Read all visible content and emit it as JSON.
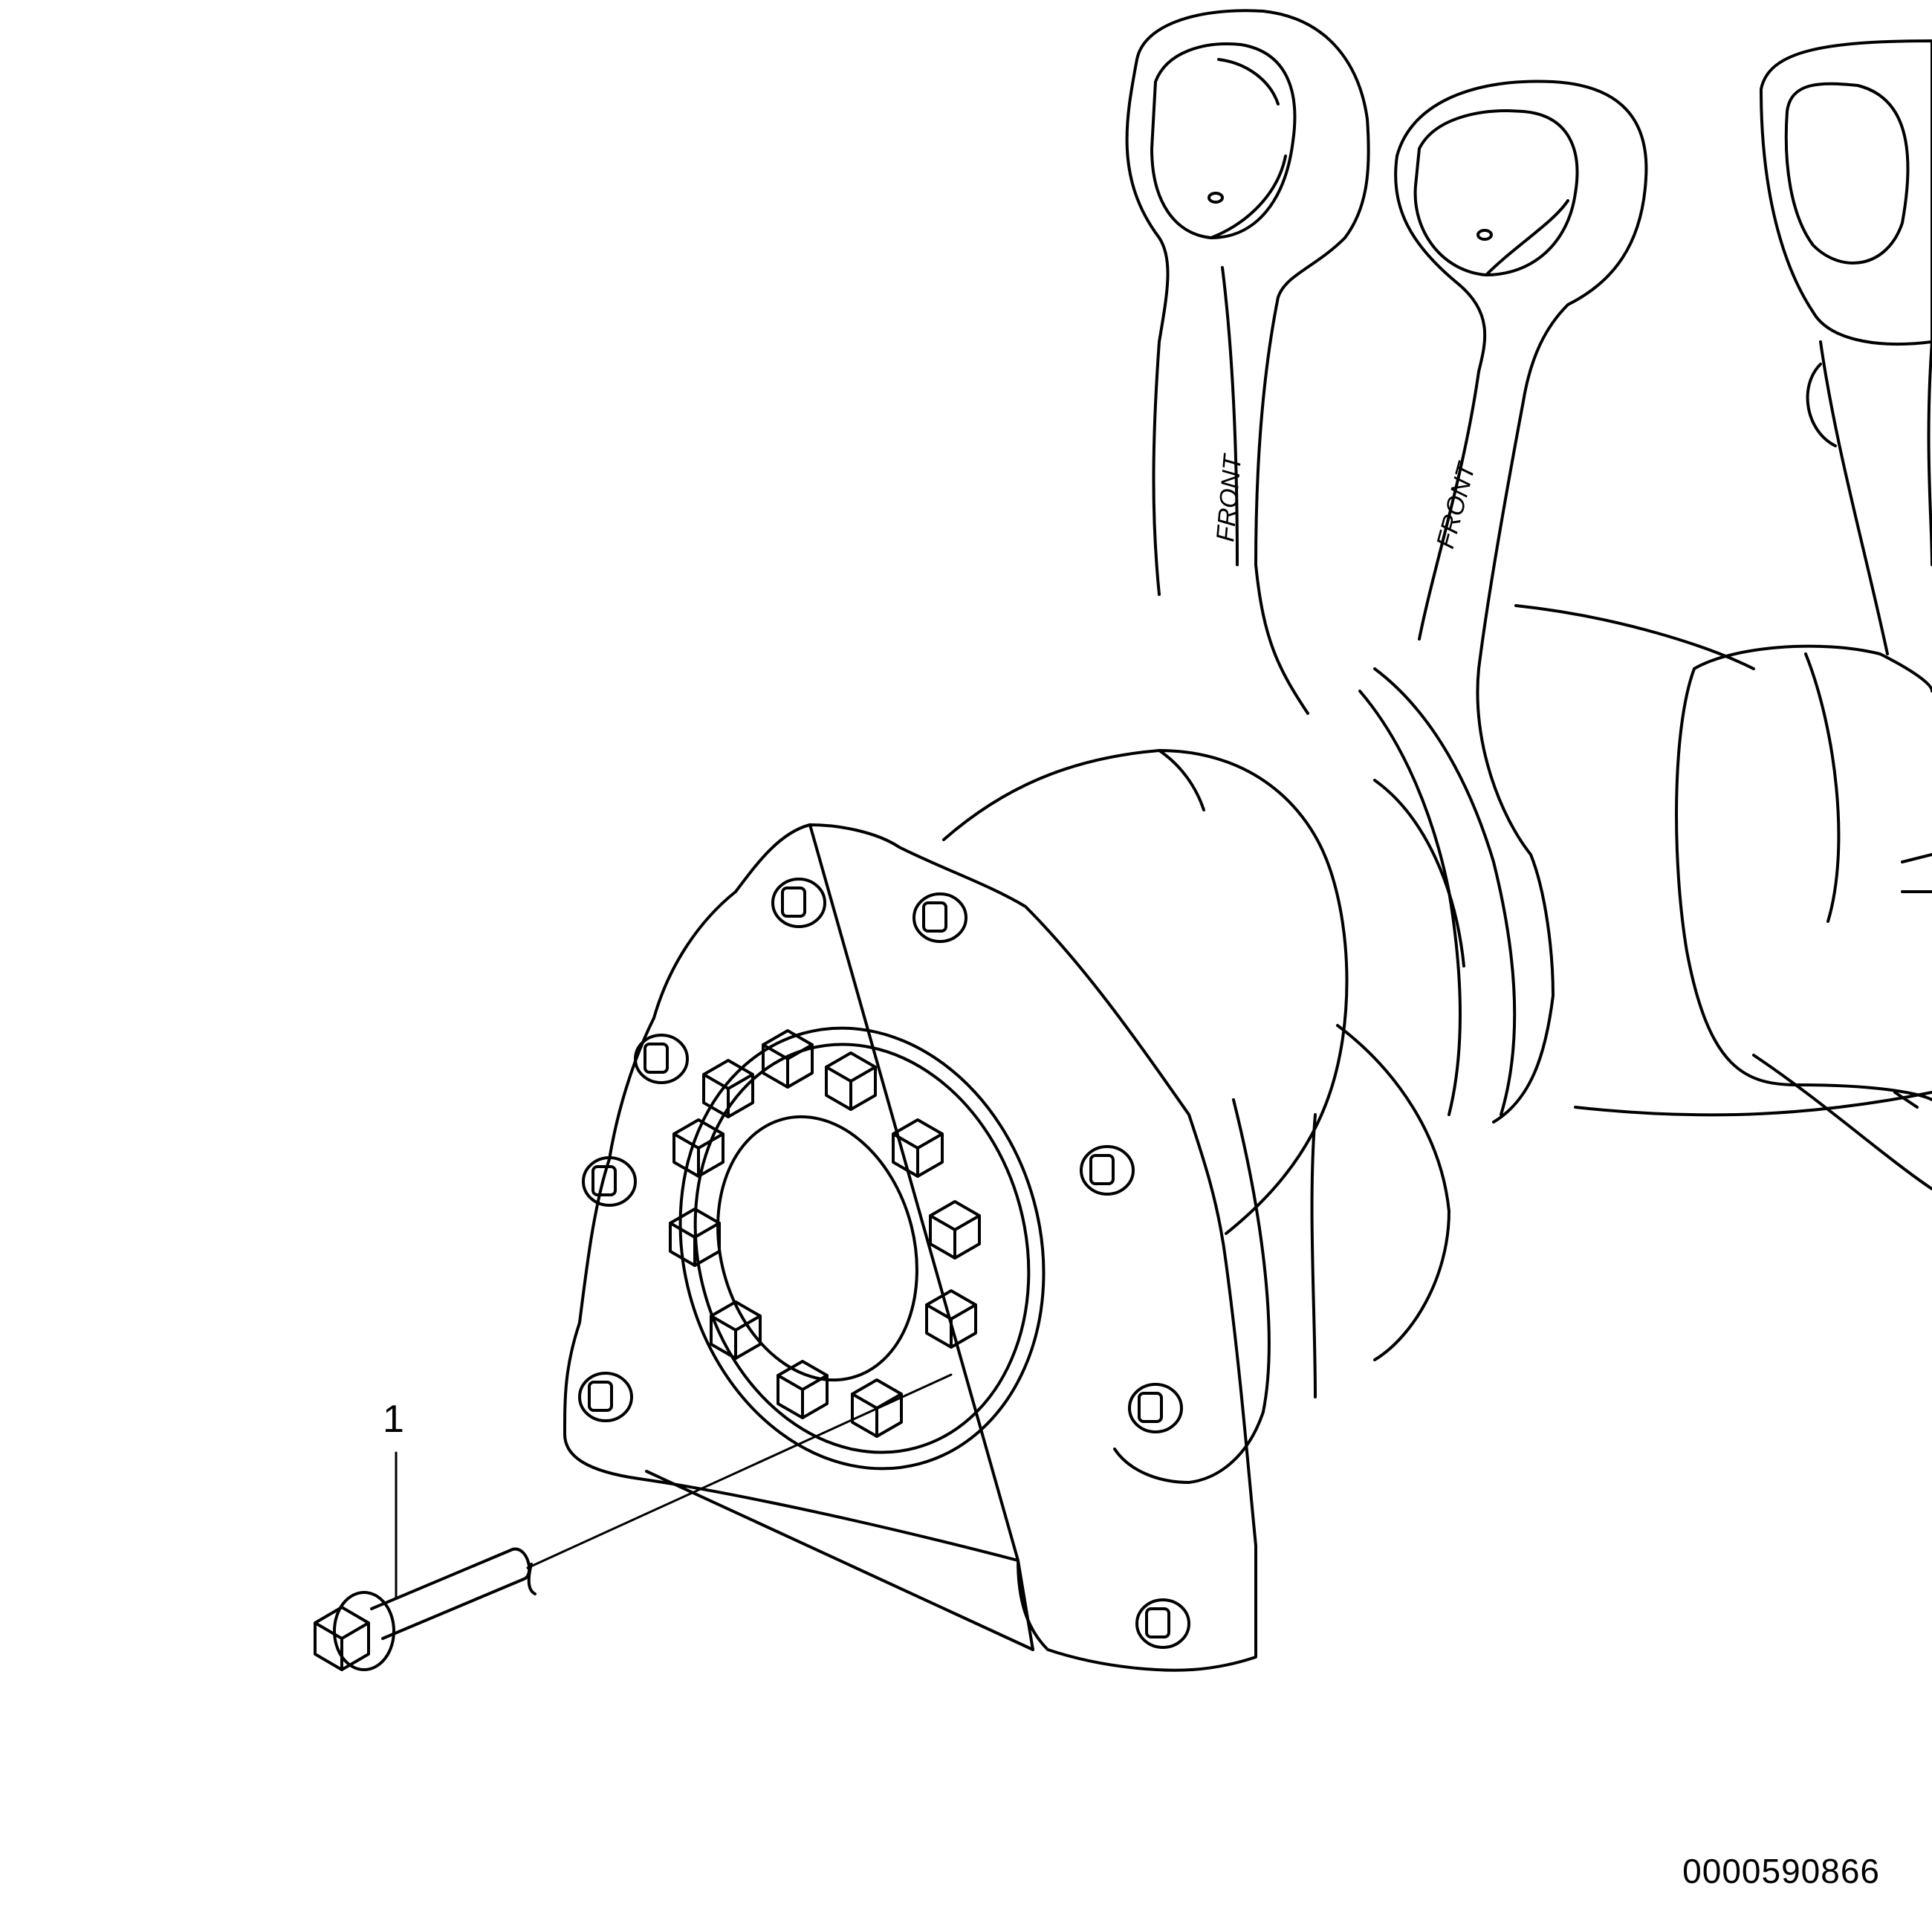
{
  "callouts": [
    {
      "number": "1"
    }
  ],
  "rod_markings": [
    "FRONT",
    "FRONT"
  ],
  "drawing_number": "0000590866",
  "line_color": "#000000",
  "background_color": "#ffffff"
}
